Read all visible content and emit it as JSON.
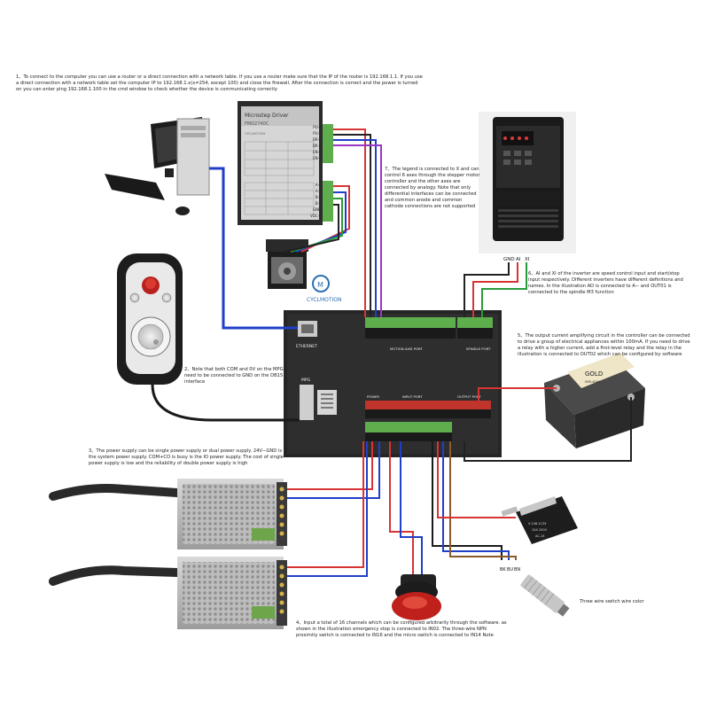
{
  "notes": {
    "n1": "1、To connect to the computer you can use a router or a direct connection with a network table. If you use a router make sure that the IP of the router is 192.168.1.1. If you use a direct connection with a network table set the computer IP to 192.168.1.x(x≠254, except 100) and close the firewall. After the connection is correct and the power is turned on you can enter ping 192.168.1.100 in the cmd window to check whether the device is communicating correctly",
    "n2": "2、Note that both COM and 0V on the MPG need to be connected to GND on the DB15 interface",
    "n3": "3、The power supply can be single power supply or dual power supply. 24V−GND is the system power supply. COM+CO is busy is the IO power supply. The cost of single power supply is low and the reliability of double power supply is high",
    "n4": "4、Input a total of 16 channels which can be configured arbitrarily through the software. as shown in the illustration emergency stop is connected to IN02. The three-wire NPN proximity switch is connected to IN16 and the micro switch is connected to IN14 Note",
    "n5": "5、The output current amplifying circuit in the controller can be connected to drive a group of electrical appliances within 100mA. If you need to drive a relay with a higher current, add a first-level relay and the relay in the illustration is connected to OUT02 which can be configured by software",
    "n6": "6、AI and XI of the inverter are speed control input and start/stop input respectively. Different inverters have different definitions and names. In the illustration AO is connected to A− and OUT01 is connected to the spindle M3 function",
    "n7": "7、The legend is connected to X and can control 6 axes through the stepper motor controller and the other axes are connected by analogy. Note that only differential interfaces can be connected and common anode and common cathode connections are not supported",
    "wire_color_note": "Three wire switch wire color"
  },
  "driver": {
    "title": "Microstep Driver",
    "model": "CYCLMOTION",
    "code": "FMD2740C",
    "terminals_top": [
      "PU+",
      "PU−",
      "DR+",
      "DR−",
      "EN+",
      "EN−"
    ],
    "terminals_bottom": [
      "A+",
      "A−",
      "B+",
      "B−",
      "GND",
      "VDC+"
    ]
  },
  "logo": {
    "text": "CYCLMOTION"
  },
  "inverter": {
    "terminals": [
      "GND",
      "AI",
      "XI"
    ]
  },
  "controller": {
    "ethernet_label": "ETHERNET",
    "motion_label": "MOTION AXIS PORT",
    "spindle_label": "SPINDLE PORT",
    "mpg_label": "MPG",
    "power_label": "POWER",
    "input_label": "INPUT PORT",
    "output_label": "OUTPUT PORT"
  },
  "relay": {
    "brand": "GOLD",
    "model": "SSR-40DA"
  },
  "microswitch": {
    "model": "V-156-1C25",
    "rating": "15A 250V",
    "type": "AC-15"
  },
  "switch_wire_labels": [
    "BK",
    "BU",
    "BN"
  ]
}
